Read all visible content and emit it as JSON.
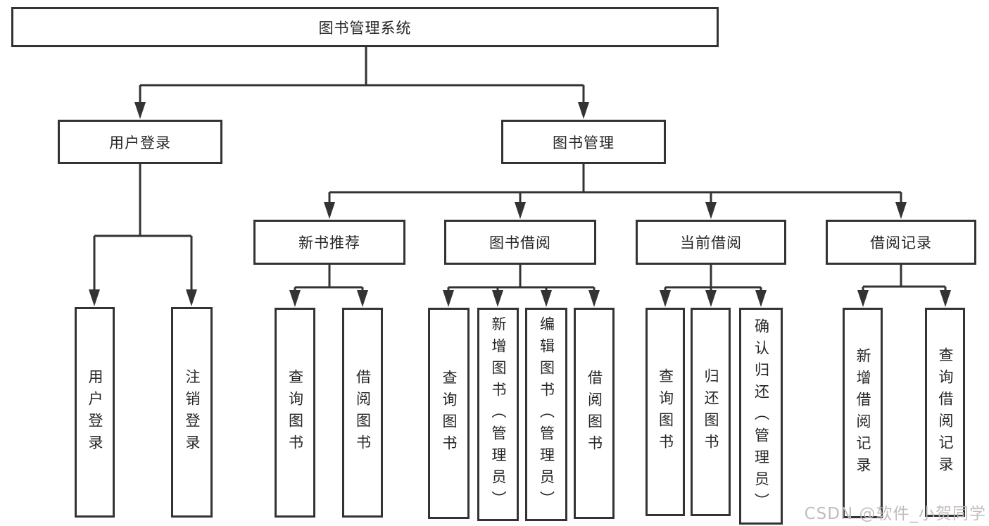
{
  "diagram_title": "图书管理系统",
  "watermark": "CSDN @软件_小贺同学",
  "colors": {
    "line": "#333333",
    "box_border": "#333333",
    "box_background": "#ffffff",
    "text": "#262626",
    "watermark_text": "#c1b8b8"
  },
  "tree": {
    "root": "图书管理系统",
    "branches": [
      {
        "label": "用户登录",
        "children": [
          "用户登录",
          "注销登录"
        ]
      },
      {
        "label": "图书管理",
        "groups": [
          {
            "label": "新书推荐",
            "children": [
              "查询图书",
              "借阅图书"
            ]
          },
          {
            "label": "图书借阅",
            "children": [
              "查询图书",
              "新增图书（管理员）",
              "编辑图书（管理员）",
              "借阅图书"
            ]
          },
          {
            "label": "当前借阅",
            "children": [
              "查询图书",
              "归还图书",
              "确认归还（管理员）"
            ]
          },
          {
            "label": "借阅记录",
            "children": [
              "新增借阅记录",
              "查询借阅记录"
            ]
          }
        ]
      }
    ]
  }
}
